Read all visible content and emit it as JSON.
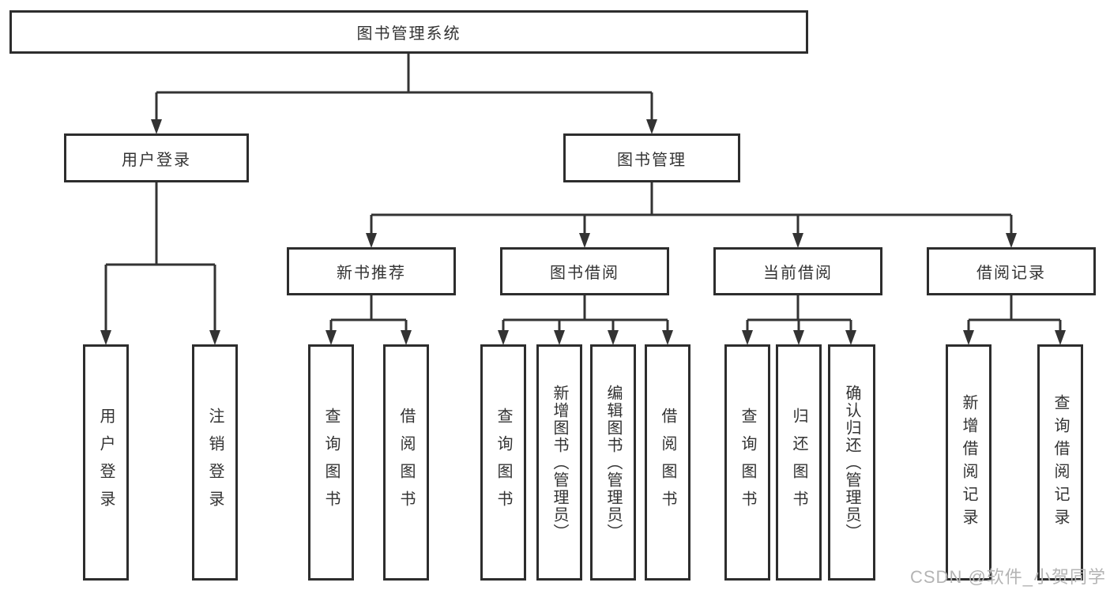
{
  "diagram_type": "hierarchy-tree",
  "colors": {
    "line": "#333333",
    "box_border": "#2d2d2d",
    "text": "#333333",
    "background": "#ffffff",
    "watermark": "#b4b4b4"
  },
  "tree": {
    "root": {
      "label": "图书管理系统"
    },
    "branches": [
      {
        "label": "用户登录",
        "children": [
          {
            "label": "用户登录"
          },
          {
            "label": "注销登录"
          }
        ]
      },
      {
        "label": "图书管理",
        "children": [
          {
            "label": "新书推荐",
            "children": [
              {
                "label": "查询图书"
              },
              {
                "label": "借阅图书"
              }
            ]
          },
          {
            "label": "图书借阅",
            "children": [
              {
                "label": "查询图书"
              },
              {
                "label": "新增图书（管理员）"
              },
              {
                "label": "编辑图书（管理员）"
              },
              {
                "label": "借阅图书"
              }
            ]
          },
          {
            "label": "当前借阅",
            "children": [
              {
                "label": "查询图书"
              },
              {
                "label": "归还图书"
              },
              {
                "label": "确认归还（管理员）"
              }
            ]
          },
          {
            "label": "借阅记录",
            "children": [
              {
                "label": "新增借阅记录"
              },
              {
                "label": "查询借阅记录"
              }
            ]
          }
        ]
      }
    ]
  },
  "watermark": {
    "text": "CSDN @软件_小贺同学"
  }
}
